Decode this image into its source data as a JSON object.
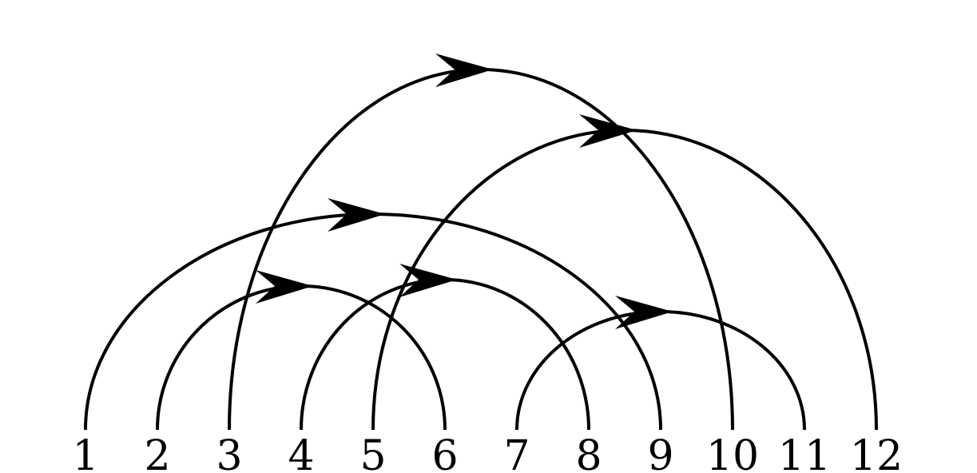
{
  "nodes": [
    "1",
    "2",
    "3",
    "4",
    "5",
    "6",
    "7",
    "8",
    "9",
    "10",
    "11",
    "12"
  ],
  "arcs": [
    {
      "from": "1",
      "to": "9"
    },
    {
      "from": "2",
      "to": "6"
    },
    {
      "from": "3",
      "to": "10"
    },
    {
      "from": "4",
      "to": "8"
    },
    {
      "from": "5",
      "to": "12"
    },
    {
      "from": "7",
      "to": "11"
    }
  ],
  "colors": {
    "line": "#000000",
    "background": "#ffffff"
  }
}
